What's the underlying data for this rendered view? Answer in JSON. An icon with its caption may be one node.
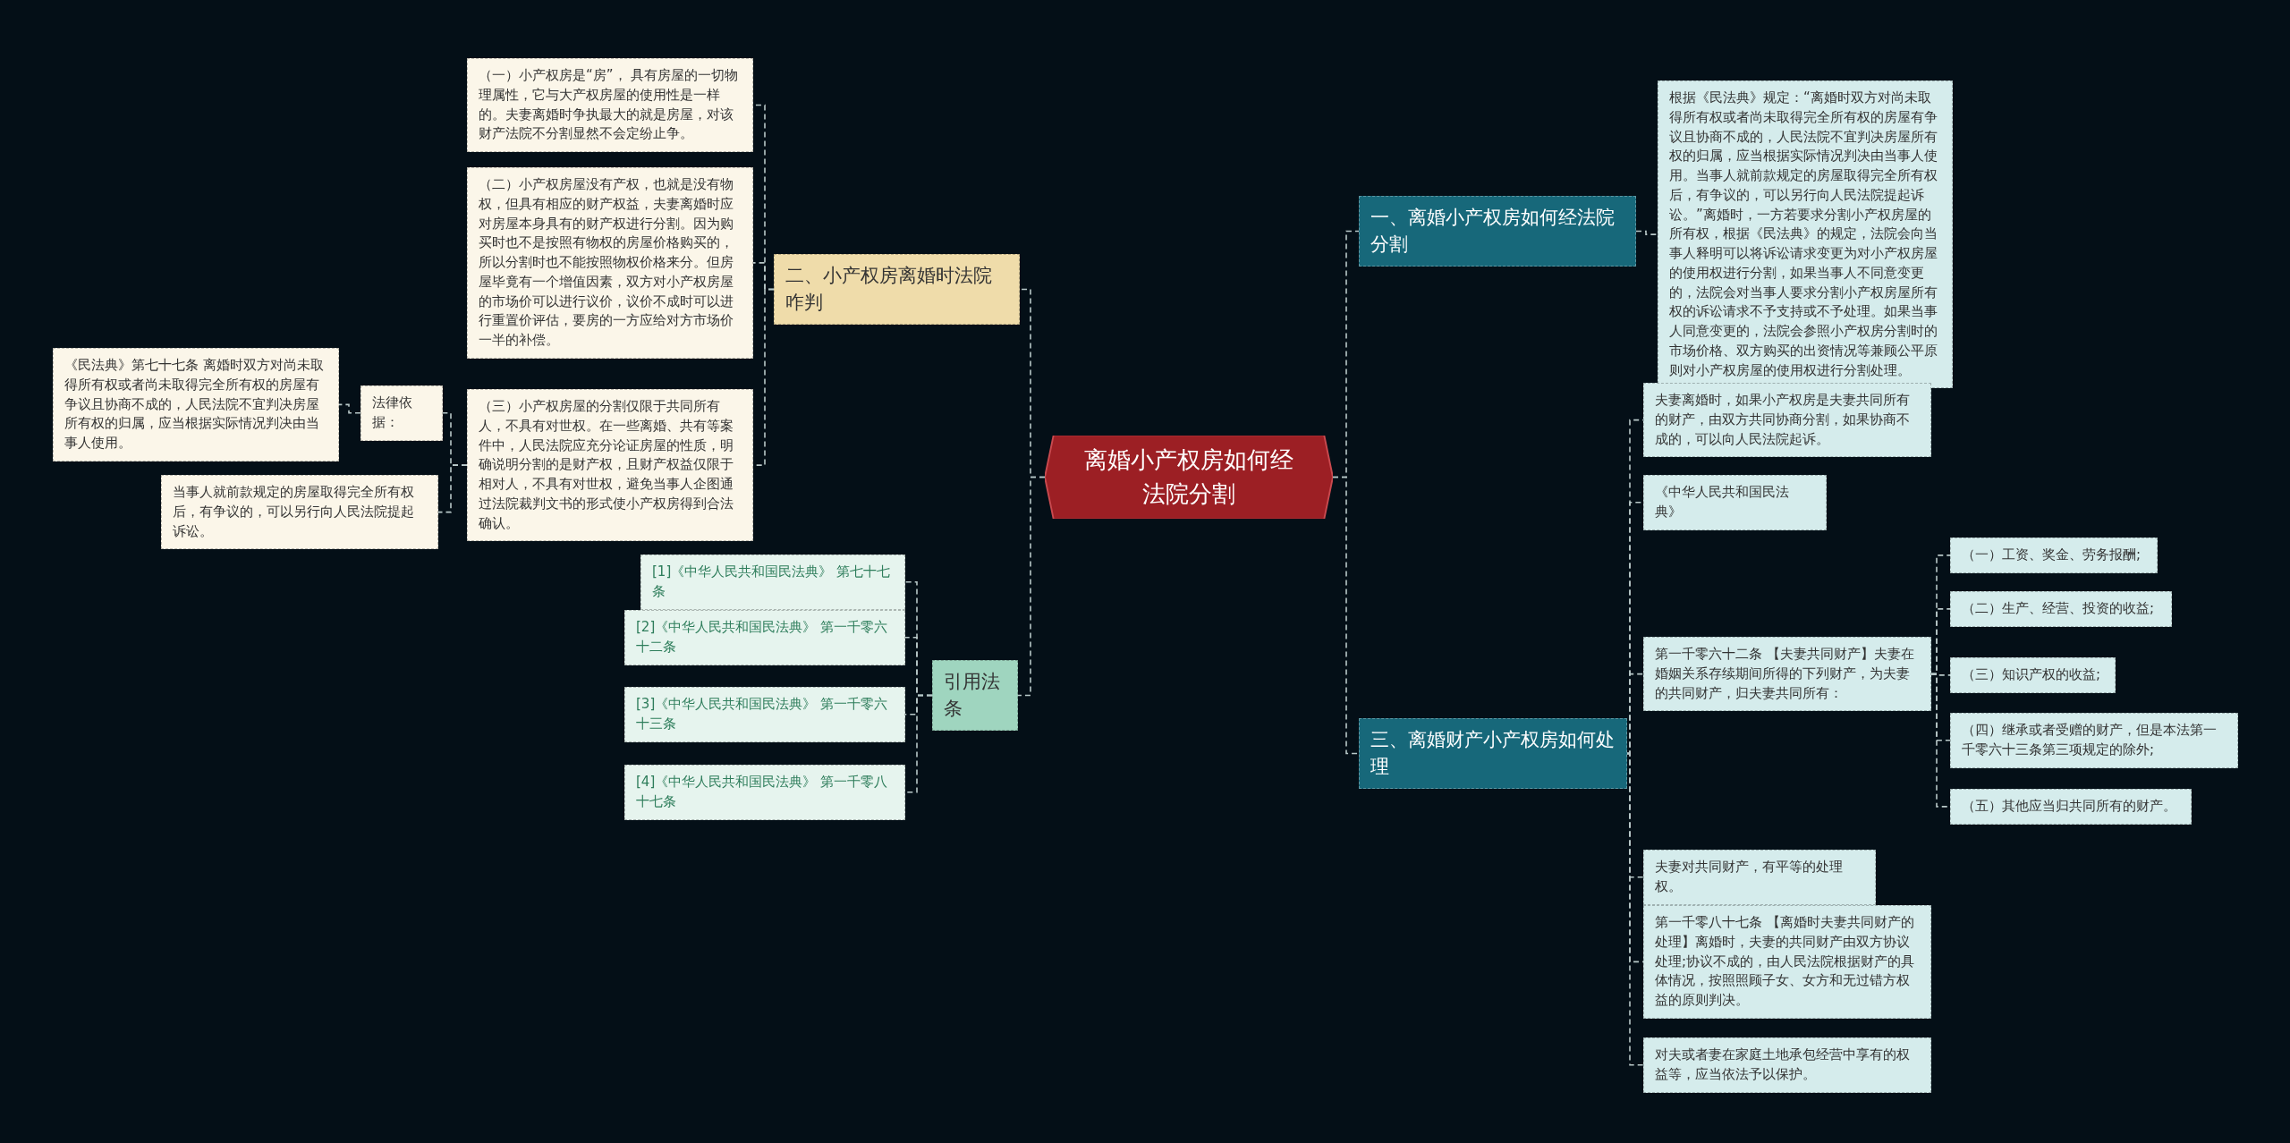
{
  "diagram": {
    "nodes": [
      {
        "text": [
          "离婚小产权房如何经法院分割"
        ]
      },
      {
        "text": [
          "一、离婚小产权房如何经法院分割"
        ]
      },
      {
        "text": [
          "根据《民法典》规定：“离婚时双方对尚未取得所有权或者尚未取得完全所有权的房屋有争议且协商不成的，人民法院不宜判决房屋所有权的归属，应当根据实际情况判决由当事人使用。当事人就前款规定的房屋取得完全所有权后，有争议的，可以另行向人民法院提起诉讼。”离婚时，一方若要求分割小产权房屋的所有权，根据《民法典》的规定，法院会向当事人释明可以将诉讼请求变更为对小产权房屋的使用权进行分割，如果当事人不同意变更的，法院会对当事人要求分割小产权房屋所有权的诉讼请求不予支持或不予处理。如果当事人同意变更的，法院会参照小产权房分割时的市场价格、双方购买的出资情况等兼顾公平原则对小产权房屋的使用权进行分割处理。"
        ]
      },
      {
        "text": [
          "三、离婚财产小产权房如何处理"
        ]
      },
      {
        "text": [
          "夫妻离婚时，如果小产权房是夫妻共同所有的财产，由双方共同协商分割，如果协商不成的，可以向人民法院起诉。"
        ]
      },
      {
        "text": [
          "《中华人民共和国民法典》"
        ]
      },
      {
        "text": [
          "第一千零六十二条 【夫妻共同财产】夫妻在婚姻关系存续期间所得的下列财产，为夫妻的共同财产，归夫妻共同所有："
        ]
      },
      {
        "text": [
          "（一）工资、奖金、劳务报酬;"
        ]
      },
      {
        "text": [
          "（二）生产、经营、投资的收益;"
        ]
      },
      {
        "text": [
          "（三）知识产权的收益;"
        ]
      },
      {
        "text": [
          "（四）继承或者受赠的财产，但是本法第一千零六十三条第三项规定的除外;"
        ]
      },
      {
        "text": [
          "（五）其他应当归共同所有的财产。"
        ]
      },
      {
        "text": [
          "夫妻对共同财产，有平等的处理权。"
        ]
      },
      {
        "text": [
          "第一千零八十七条 【离婚时夫妻共同财产的处理】离婚时，夫妻的共同财产由双方协议处理;协议不成的，由人民法院根据财产的具体情况，按照照顾子女、女方和无过错方权益的原则判决。"
        ]
      },
      {
        "text": [
          "对夫或者妻在家庭土地承包经营中享有的权益等，应当依法予以保护。"
        ]
      },
      {
        "text": [
          "二、小产权房离婚时法院咋判"
        ]
      },
      {
        "text": [
          "（一）小产权房是“房”， 具有房屋的一切物理属性，它与大产权房屋的使用性是一样的。夫妻离婚时争执最大的就是房屋，对该财产法院不分割显然不会定纷止争。"
        ]
      },
      {
        "text": [
          "（二）小产权房屋没有产权，也就是没有物权，但具有相应的财产权益，夫妻离婚时应对房屋本身具有的财产权进行分割。因为购买时也不是按照有物权的房屋价格购买的，所以分割时也不能按照物权价格来分。但房屋毕竟有一个增值因素，双方对小产权房屋的市场价可以进行议价，议价不成时可以进行重置价评估，要房的一方应给对方市场价一半的补偿。"
        ]
      },
      {
        "text": [
          "（三）小产权房屋的分割仅限于共同所有人，不具有对世权。在一些离婚、共有等案件中，人民法院应充分论证房屋的性质，明确说明分割的是财产权，且财产权益仅限于相对人，不具有对世权，避免当事人企图通过法院裁判文书的形式使小产权房得到合法确认。"
        ]
      },
      {
        "text": [
          "法律依据："
        ]
      },
      {
        "text": [
          "《民法典》第七十七条 离婚时双方对尚未取得所有权或者尚未取得完全所有权的房屋有争议且协商不成的，人民法院不宜判决房屋所有权的归属，应当根据实际情况判决由当事人使用。"
        ]
      },
      {
        "text": [
          "当事人就前款规定的房屋取得完全所有权后，有争议的，可以另行向人民法院提起诉讼。"
        ]
      },
      {
        "text": [
          "引用法条"
        ]
      },
      {
        "text": [
          "[1]《中华人民共和国民法典》 第七十七条"
        ]
      },
      {
        "text": [
          "[2]《中华人民共和国民法典》 第一千零六十二条"
        ]
      },
      {
        "text": [
          "[3]《中华人民共和国民法典》 第一千零六十三条"
        ]
      },
      {
        "text": [
          "[4]《中华人民共和国民法典》 第一千零八十七条"
        ]
      }
    ],
    "edges": [
      {
        "from": 0,
        "to": 1,
        "arrow": "none"
      },
      {
        "from": 1,
        "to": 2,
        "arrow": "none"
      },
      {
        "from": 0,
        "to": 3,
        "arrow": "none"
      },
      {
        "from": 3,
        "to": 4,
        "arrow": "none"
      },
      {
        "from": 3,
        "to": 5,
        "arrow": "none"
      },
      {
        "from": 3,
        "to": 6,
        "arrow": "none"
      },
      {
        "from": 6,
        "to": 7,
        "arrow": "none"
      },
      {
        "from": 6,
        "to": 8,
        "arrow": "none"
      },
      {
        "from": 6,
        "to": 9,
        "arrow": "none"
      },
      {
        "from": 6,
        "to": 10,
        "arrow": "none"
      },
      {
        "from": 6,
        "to": 11,
        "arrow": "none"
      },
      {
        "from": 3,
        "to": 12,
        "arrow": "none"
      },
      {
        "from": 3,
        "to": 13,
        "arrow": "none"
      },
      {
        "from": 3,
        "to": 14,
        "arrow": "none"
      },
      {
        "from": 0,
        "to": 15,
        "arrow": "none"
      },
      {
        "from": 15,
        "to": 16,
        "arrow": "none"
      },
      {
        "from": 15,
        "to": 17,
        "arrow": "none"
      },
      {
        "from": 15,
        "to": 18,
        "arrow": "none"
      },
      {
        "from": 18,
        "to": 19,
        "arrow": "none"
      },
      {
        "from": 19,
        "to": 20,
        "arrow": "none"
      },
      {
        "from": 18,
        "to": 21,
        "arrow": "none"
      },
      {
        "from": 0,
        "to": 22,
        "arrow": "none"
      },
      {
        "from": 22,
        "to": 23,
        "arrow": "none"
      },
      {
        "from": 22,
        "to": 24,
        "arrow": "none"
      },
      {
        "from": 22,
        "to": 25,
        "arrow": "none"
      },
      {
        "from": 22,
        "to": 26,
        "arrow": "none"
      }
    ]
  }
}
